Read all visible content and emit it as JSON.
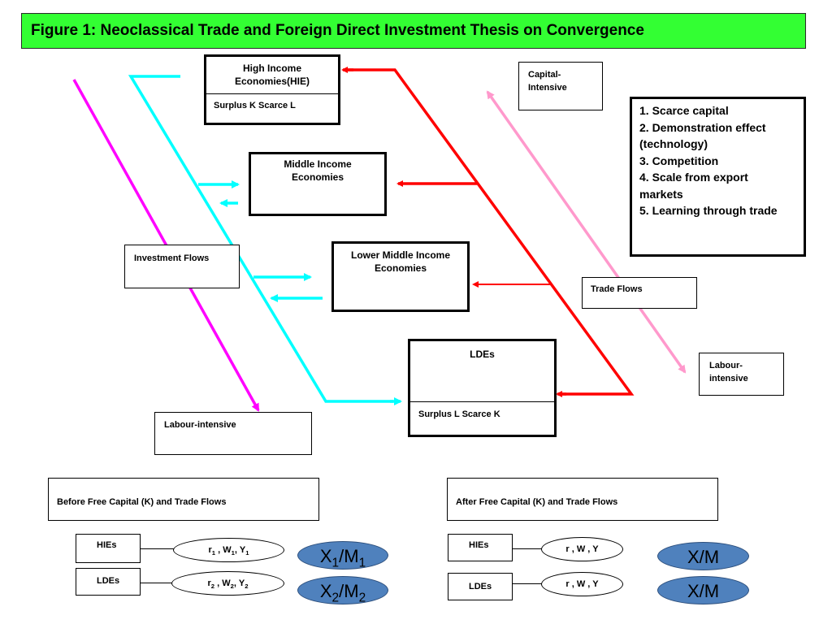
{
  "title": "Figure 1:  Neoclassical Trade and Foreign Direct Investment Thesis on Convergence",
  "economies": {
    "hie": {
      "title": "High Income Economies(HIE)",
      "sub": "Surplus K Scarce L"
    },
    "mie": {
      "title": "Middle Income Economies"
    },
    "lmie": {
      "title": "Lower Middle Income Economies"
    },
    "lde": {
      "title": "LDEs",
      "sub": "Surplus L Scarce K"
    }
  },
  "labels": {
    "capital_intensive": "Capital-Intensive",
    "labour_intensive_right": "Labour-intensive",
    "labour_intensive_left": "Labour-intensive",
    "investment_flows": "Investment Flows",
    "trade_flows": "Trade Flows"
  },
  "benefits": [
    "1. Scarce capital",
    "2. Demonstration effect",
    "(technology)",
    "3. Competition",
    "4. Scale from export",
    "markets",
    "5. Learning through trade"
  ],
  "before": {
    "heading": "Before Free Capital (K) and Trade Flows",
    "hies": "HIEs",
    "ldes": "LDEs"
  },
  "after": {
    "heading": "After Free Capital (K) and Trade Flows",
    "hies": "HIEs",
    "ldes": "LDEs",
    "hie_factors": "r , W , Y",
    "lde_factors": "r , W , Y",
    "hie_ratio": "X/M",
    "lde_ratio": "X/M"
  },
  "colors": {
    "title_bg": "#33ff33",
    "investment_flow": "#00ffff",
    "trade_flow": "#ff0000",
    "labour_arrow": "#ff00ff",
    "capital_labour_arrow": "#ff99cc",
    "ratio_oval": "#4f81bd"
  }
}
